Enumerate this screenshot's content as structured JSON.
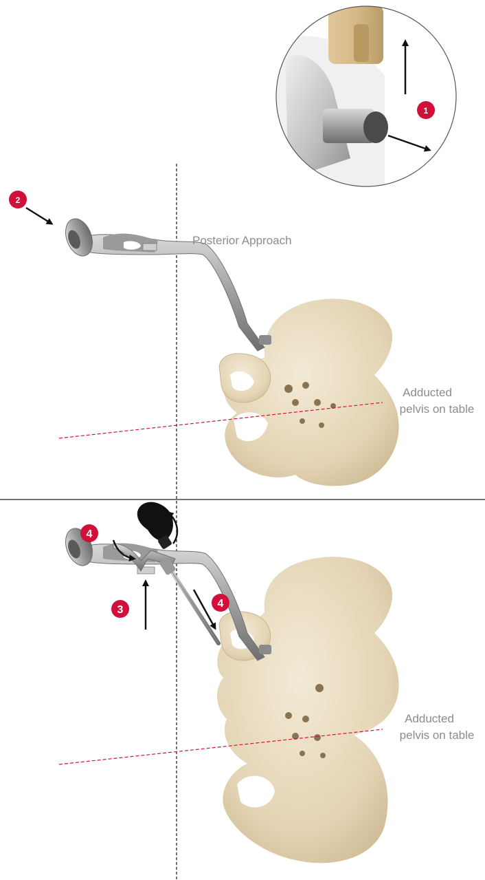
{
  "labels": {
    "approach": "Posterior Approach",
    "pelvis_top_line1": "Adducted",
    "pelvis_top_line2": "pelvis on table",
    "pelvis_bottom_line1": "Adducted",
    "pelvis_bottom_line2": "pelvis on table"
  },
  "steps": {
    "step1": "1",
    "step2": "2",
    "step3": "3",
    "step4_handle": "4",
    "step4_shaft": "4"
  },
  "colors": {
    "step_badge": "#d0103a",
    "pelvis_line": "#d0103a",
    "label_text": "#8c8c8c",
    "metal": "#a6a6a6",
    "bone": "#e8dcc2",
    "handle": "#111111"
  },
  "icons": {
    "arrow": "black-arrow-icon",
    "rotate": "rotate-arrow-icon"
  }
}
